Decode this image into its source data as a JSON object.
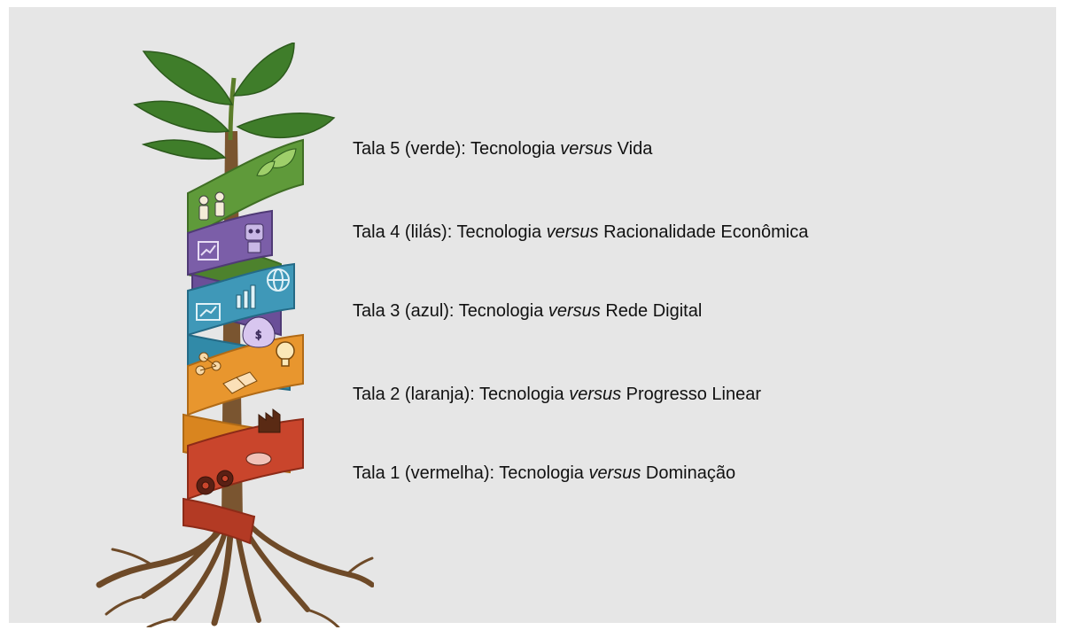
{
  "colors": {
    "background": "#e6e6e6",
    "green": "#5f9a3a",
    "lilac": "#7b5ea8",
    "blue": "#3f98b8",
    "orange": "#e8962e",
    "red": "#c9452c",
    "trunk": "#7a5530",
    "leaf": "#3f7d2a"
  },
  "illustration": {
    "type": "tree-with-spiral-ribbon",
    "icons": [
      "people-icon",
      "leaf-icon",
      "chart-icon",
      "robot-icon",
      "globe-icon",
      "presentation-icon",
      "bar-chart-icon",
      "money-bag-icon",
      "network-icon",
      "lightbulb-icon",
      "factory-icon",
      "handshake-icon",
      "gear-icon"
    ]
  },
  "legend": [
    {
      "id": 5,
      "prefix": "Tala 5 (verde): Tecnologia ",
      "emphasis": "versus",
      "suffix": " Vida"
    },
    {
      "id": 4,
      "prefix": "Tala 4 (lilás): Tecnologia ",
      "emphasis": "versus",
      "suffix": " Racionalidade Econômica"
    },
    {
      "id": 3,
      "prefix": "Tala 3 (azul): Tecnologia ",
      "emphasis": "versus",
      "suffix": " Rede Digital"
    },
    {
      "id": 2,
      "prefix": "Tala 2 (laranja): Tecnologia ",
      "emphasis": "versus",
      "suffix": " Progresso Linear"
    },
    {
      "id": 1,
      "prefix": "Tala 1 (vermelha): Tecnologia ",
      "emphasis": "versus",
      "suffix": " Dominação"
    }
  ]
}
